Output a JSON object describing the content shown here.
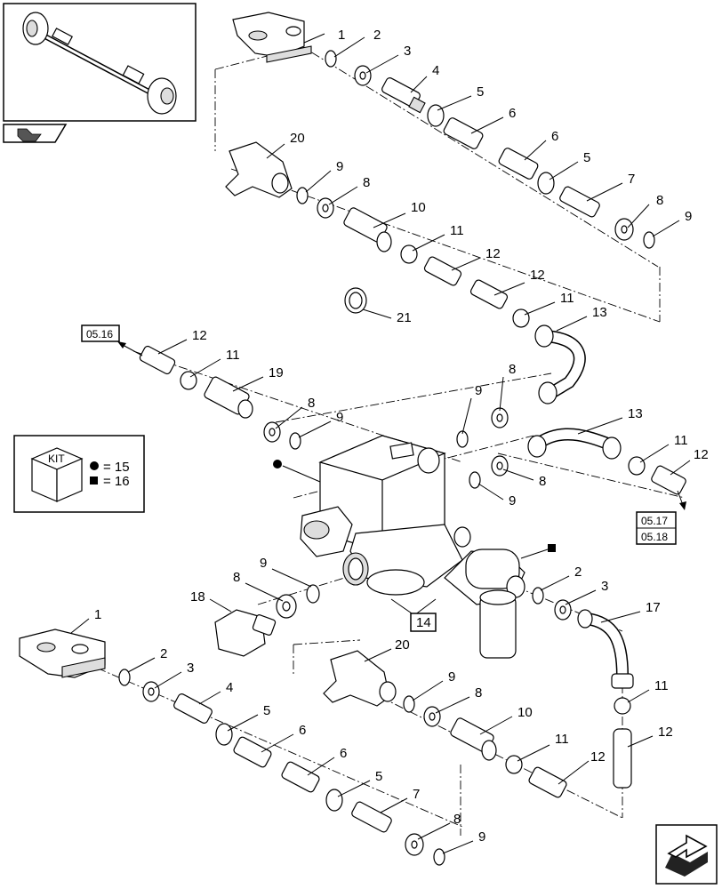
{
  "callouts": [
    {
      "id": "c1a",
      "text": "1"
    },
    {
      "id": "c2a",
      "text": "2"
    },
    {
      "id": "c3a",
      "text": "3"
    },
    {
      "id": "c4a",
      "text": "4"
    },
    {
      "id": "c5a",
      "text": "5"
    },
    {
      "id": "c6a",
      "text": "6"
    },
    {
      "id": "c6b",
      "text": "6"
    },
    {
      "id": "c5b",
      "text": "5"
    },
    {
      "id": "c7a",
      "text": "7"
    },
    {
      "id": "c8a",
      "text": "8"
    },
    {
      "id": "c9a",
      "text": "9"
    },
    {
      "id": "c20a",
      "text": "20"
    },
    {
      "id": "c9b",
      "text": "9"
    },
    {
      "id": "c8b",
      "text": "8"
    },
    {
      "id": "c10a",
      "text": "10"
    },
    {
      "id": "c11a",
      "text": "11"
    },
    {
      "id": "c12a",
      "text": "12"
    },
    {
      "id": "c12b",
      "text": "12"
    },
    {
      "id": "c11b",
      "text": "11"
    },
    {
      "id": "c13a",
      "text": "13"
    },
    {
      "id": "c21",
      "text": "21"
    },
    {
      "id": "c12c",
      "text": "12"
    },
    {
      "id": "c11c",
      "text": "11"
    },
    {
      "id": "c19",
      "text": "19"
    },
    {
      "id": "c8c",
      "text": "8"
    },
    {
      "id": "c9c",
      "text": "9"
    },
    {
      "id": "c9d",
      "text": "9"
    },
    {
      "id": "c8d",
      "text": "8"
    },
    {
      "id": "c13b",
      "text": "13"
    },
    {
      "id": "c11d",
      "text": "11"
    },
    {
      "id": "c12d",
      "text": "12"
    },
    {
      "id": "c8e",
      "text": "8"
    },
    {
      "id": "c9e",
      "text": "9"
    },
    {
      "id": "c18",
      "text": "18"
    },
    {
      "id": "c8f",
      "text": "8"
    },
    {
      "id": "c9f",
      "text": "9"
    },
    {
      "id": "c2b",
      "text": "2"
    },
    {
      "id": "c3b",
      "text": "3"
    },
    {
      "id": "c17",
      "text": "17"
    },
    {
      "id": "c1b",
      "text": "1"
    },
    {
      "id": "c2c",
      "text": "2"
    },
    {
      "id": "c3c",
      "text": "3"
    },
    {
      "id": "c4b",
      "text": "4"
    },
    {
      "id": "c5c",
      "text": "5"
    },
    {
      "id": "c6c",
      "text": "6"
    },
    {
      "id": "c6d",
      "text": "6"
    },
    {
      "id": "c5d",
      "text": "5"
    },
    {
      "id": "c7b",
      "text": "7"
    },
    {
      "id": "c8g",
      "text": "8"
    },
    {
      "id": "c9g",
      "text": "9"
    },
    {
      "id": "c20b",
      "text": "20"
    },
    {
      "id": "c9h",
      "text": "9"
    },
    {
      "id": "c8h",
      "text": "8"
    },
    {
      "id": "c10b",
      "text": "10"
    },
    {
      "id": "c11e",
      "text": "11"
    },
    {
      "id": "c12e",
      "text": "12"
    },
    {
      "id": "c11f",
      "text": "11"
    },
    {
      "id": "c12f",
      "text": "12"
    }
  ],
  "refs": {
    "ref_left": "05.16",
    "ref_right_top": "05.17",
    "ref_right_bottom": "05.18",
    "box_14": "14"
  },
  "kit": {
    "label": "KIT",
    "row1": "= 15",
    "row2": "= 16",
    "marker_round": "15",
    "marker_square": "16"
  },
  "icons": {
    "thumbnail": "axle-assembly-thumbnail",
    "nav_icon": "page-nav-icon",
    "corner_icon": "next-page-arrow-icon"
  }
}
